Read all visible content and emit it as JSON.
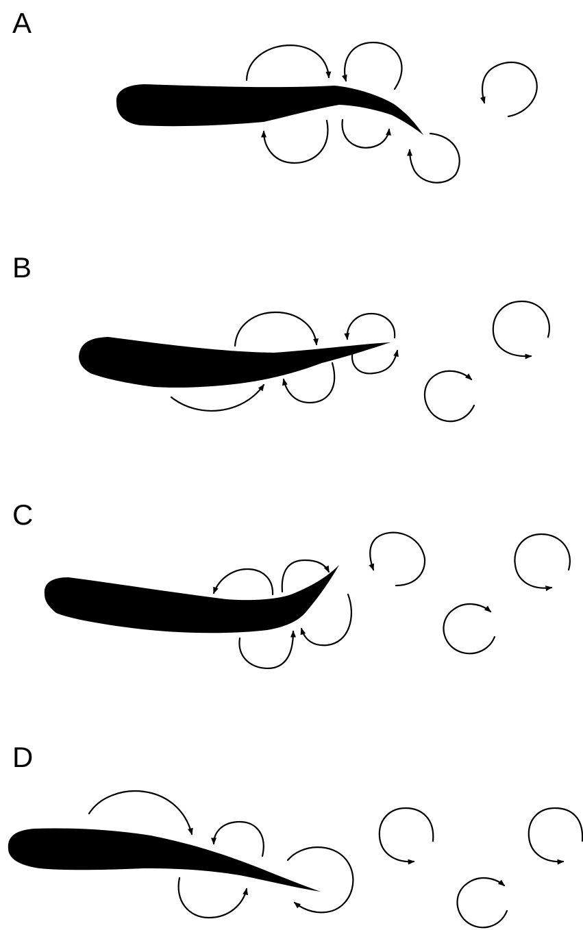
{
  "panels": [
    {
      "label": "A"
    },
    {
      "label": "B"
    },
    {
      "label": "C"
    },
    {
      "label": "D"
    }
  ],
  "colors": {
    "background": "#ffffff",
    "ink": "#000000"
  },
  "icons": {
    "body": "fish-body-silhouette",
    "vortex": "curved-arrow-icon"
  }
}
